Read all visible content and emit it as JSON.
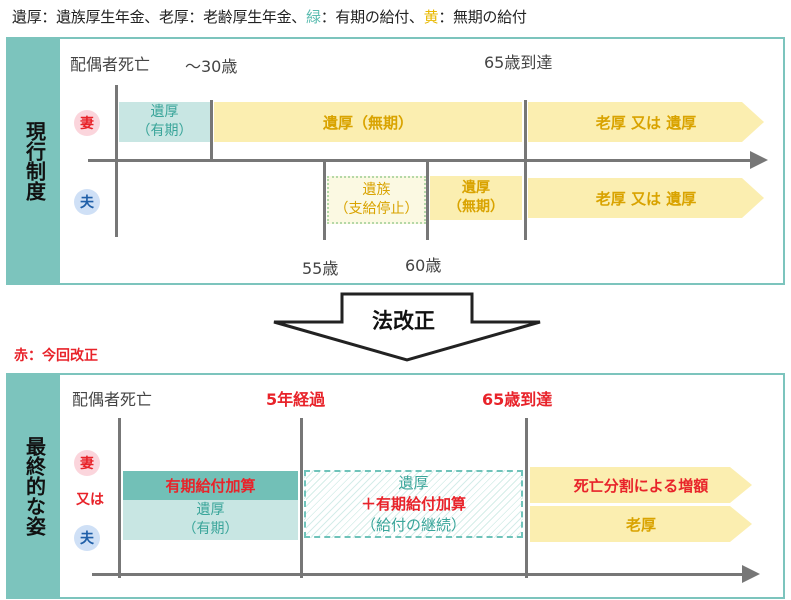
{
  "legend": {
    "part1": "遺厚：遺族厚生年金、老厚：老齢厚生年金、",
    "green_word": "緑",
    "part2": "：有期の給付、",
    "yellow_word": "黄",
    "part3": "：無期の給付"
  },
  "current": {
    "side_label": "現行制度",
    "top_labels": {
      "death": "配偶者死亡",
      "age30": "～30歳",
      "age65": "65歳到達"
    },
    "bottom_labels": {
      "age55": "55歳",
      "age60": "60歳"
    },
    "wife": "妻",
    "husband": "夫",
    "wife_bars": {
      "green": "遺厚\n（有期）",
      "yellow1": "遺厚（無期）",
      "yellow2": "老厚 又は 遺厚"
    },
    "husband_bars": {
      "suspended": "遺族\n（支給停止）",
      "yellow1": "遺厚\n（無期）",
      "yellow2": "老厚 又は 遺厚"
    }
  },
  "arrow_label": "法改正",
  "red_note": "赤：今回改正",
  "final": {
    "side_label": "最終的な姿",
    "top_labels": {
      "death": "配偶者死亡",
      "year5": "5年経過",
      "age65": "65歳到達"
    },
    "wife": "妻",
    "or_label": "又は",
    "husband": "夫",
    "bars": {
      "teal": "有期給付加算",
      "green": "遺厚\n（有期）",
      "hatched_line1": "遺厚",
      "hatched_line2": "＋有期給付加算",
      "hatched_line3": "（給付の継続）",
      "yellow_top": "死亡分割による増額",
      "yellow_bottom": "老厚"
    }
  },
  "colors": {
    "panel_teal": "#7cc4bd",
    "green": "#c8e6e3",
    "yellow": "#fbeeb0",
    "red": "#e8232a"
  }
}
